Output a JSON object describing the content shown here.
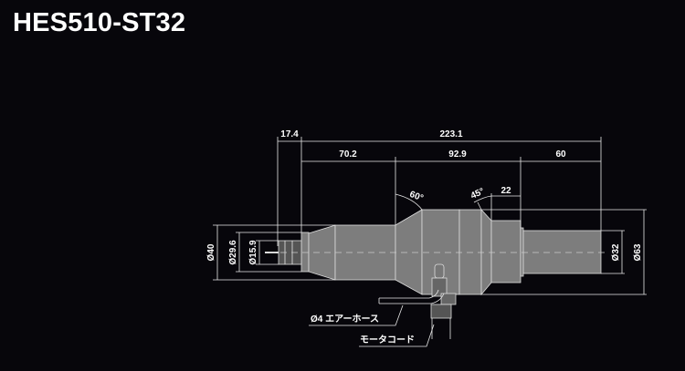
{
  "title": "HES510-ST32",
  "dimensions": {
    "overall": "223.1",
    "front": "17.4",
    "seg1": "70.2",
    "seg2": "92.9",
    "seg3": "60",
    "step": "22",
    "angle_front": "60°",
    "angle_rear": "45°",
    "dia_40": "Ø40",
    "dia_29_6": "Ø29.6",
    "dia_15_9": "Ø15.9",
    "dia_32": "Ø32",
    "dia_63": "Ø63"
  },
  "callouts": {
    "air_hose": "Ø4 エアーホース",
    "motor_cord": "モータコード"
  },
  "colors": {
    "background": "#07060b",
    "body": "#7d7d7d",
    "lines": "#e8e8e8"
  }
}
